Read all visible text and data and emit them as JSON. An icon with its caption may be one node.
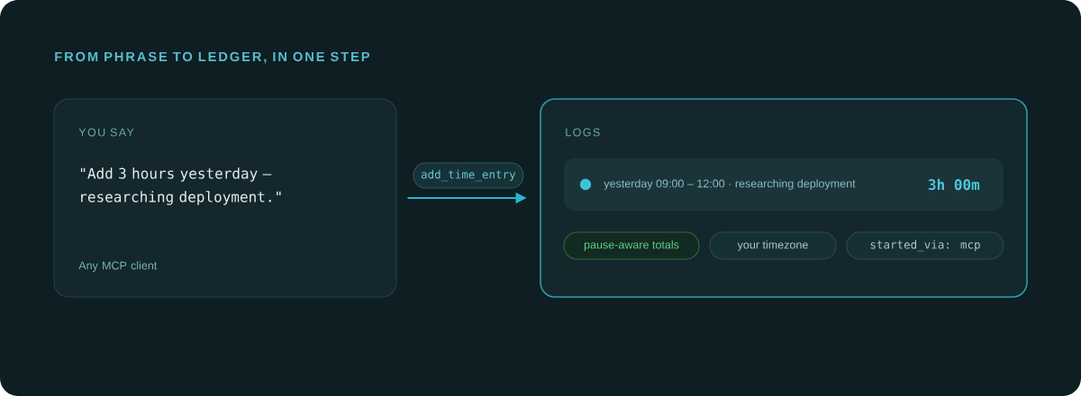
{
  "diagram": {
    "title": "FROM PHRASE TO LEDGER, IN ONE STEP",
    "nodes": [
      {
        "text": [
          "YOU SAY",
          "\"Add 3 hours yesterday — researching deployment.\"",
          "Any MCP client"
        ]
      },
      {
        "text": [
          "LOGS"
        ]
      },
      {
        "text": [
          "yesterday 09:00 – 12:00 · researching deployment",
          "3h 00m"
        ],
        "in": 1
      },
      {
        "text": [
          "pause-aware totals"
        ],
        "in": 1
      },
      {
        "text": [
          "your timezone"
        ],
        "in": 1
      },
      {
        "text": [
          "started_via: mcp"
        ],
        "in": 1
      }
    ],
    "edges": [
      {
        "from": 0,
        "to": 1,
        "arrow": "to",
        "label": "add_time_entry"
      }
    ]
  }
}
